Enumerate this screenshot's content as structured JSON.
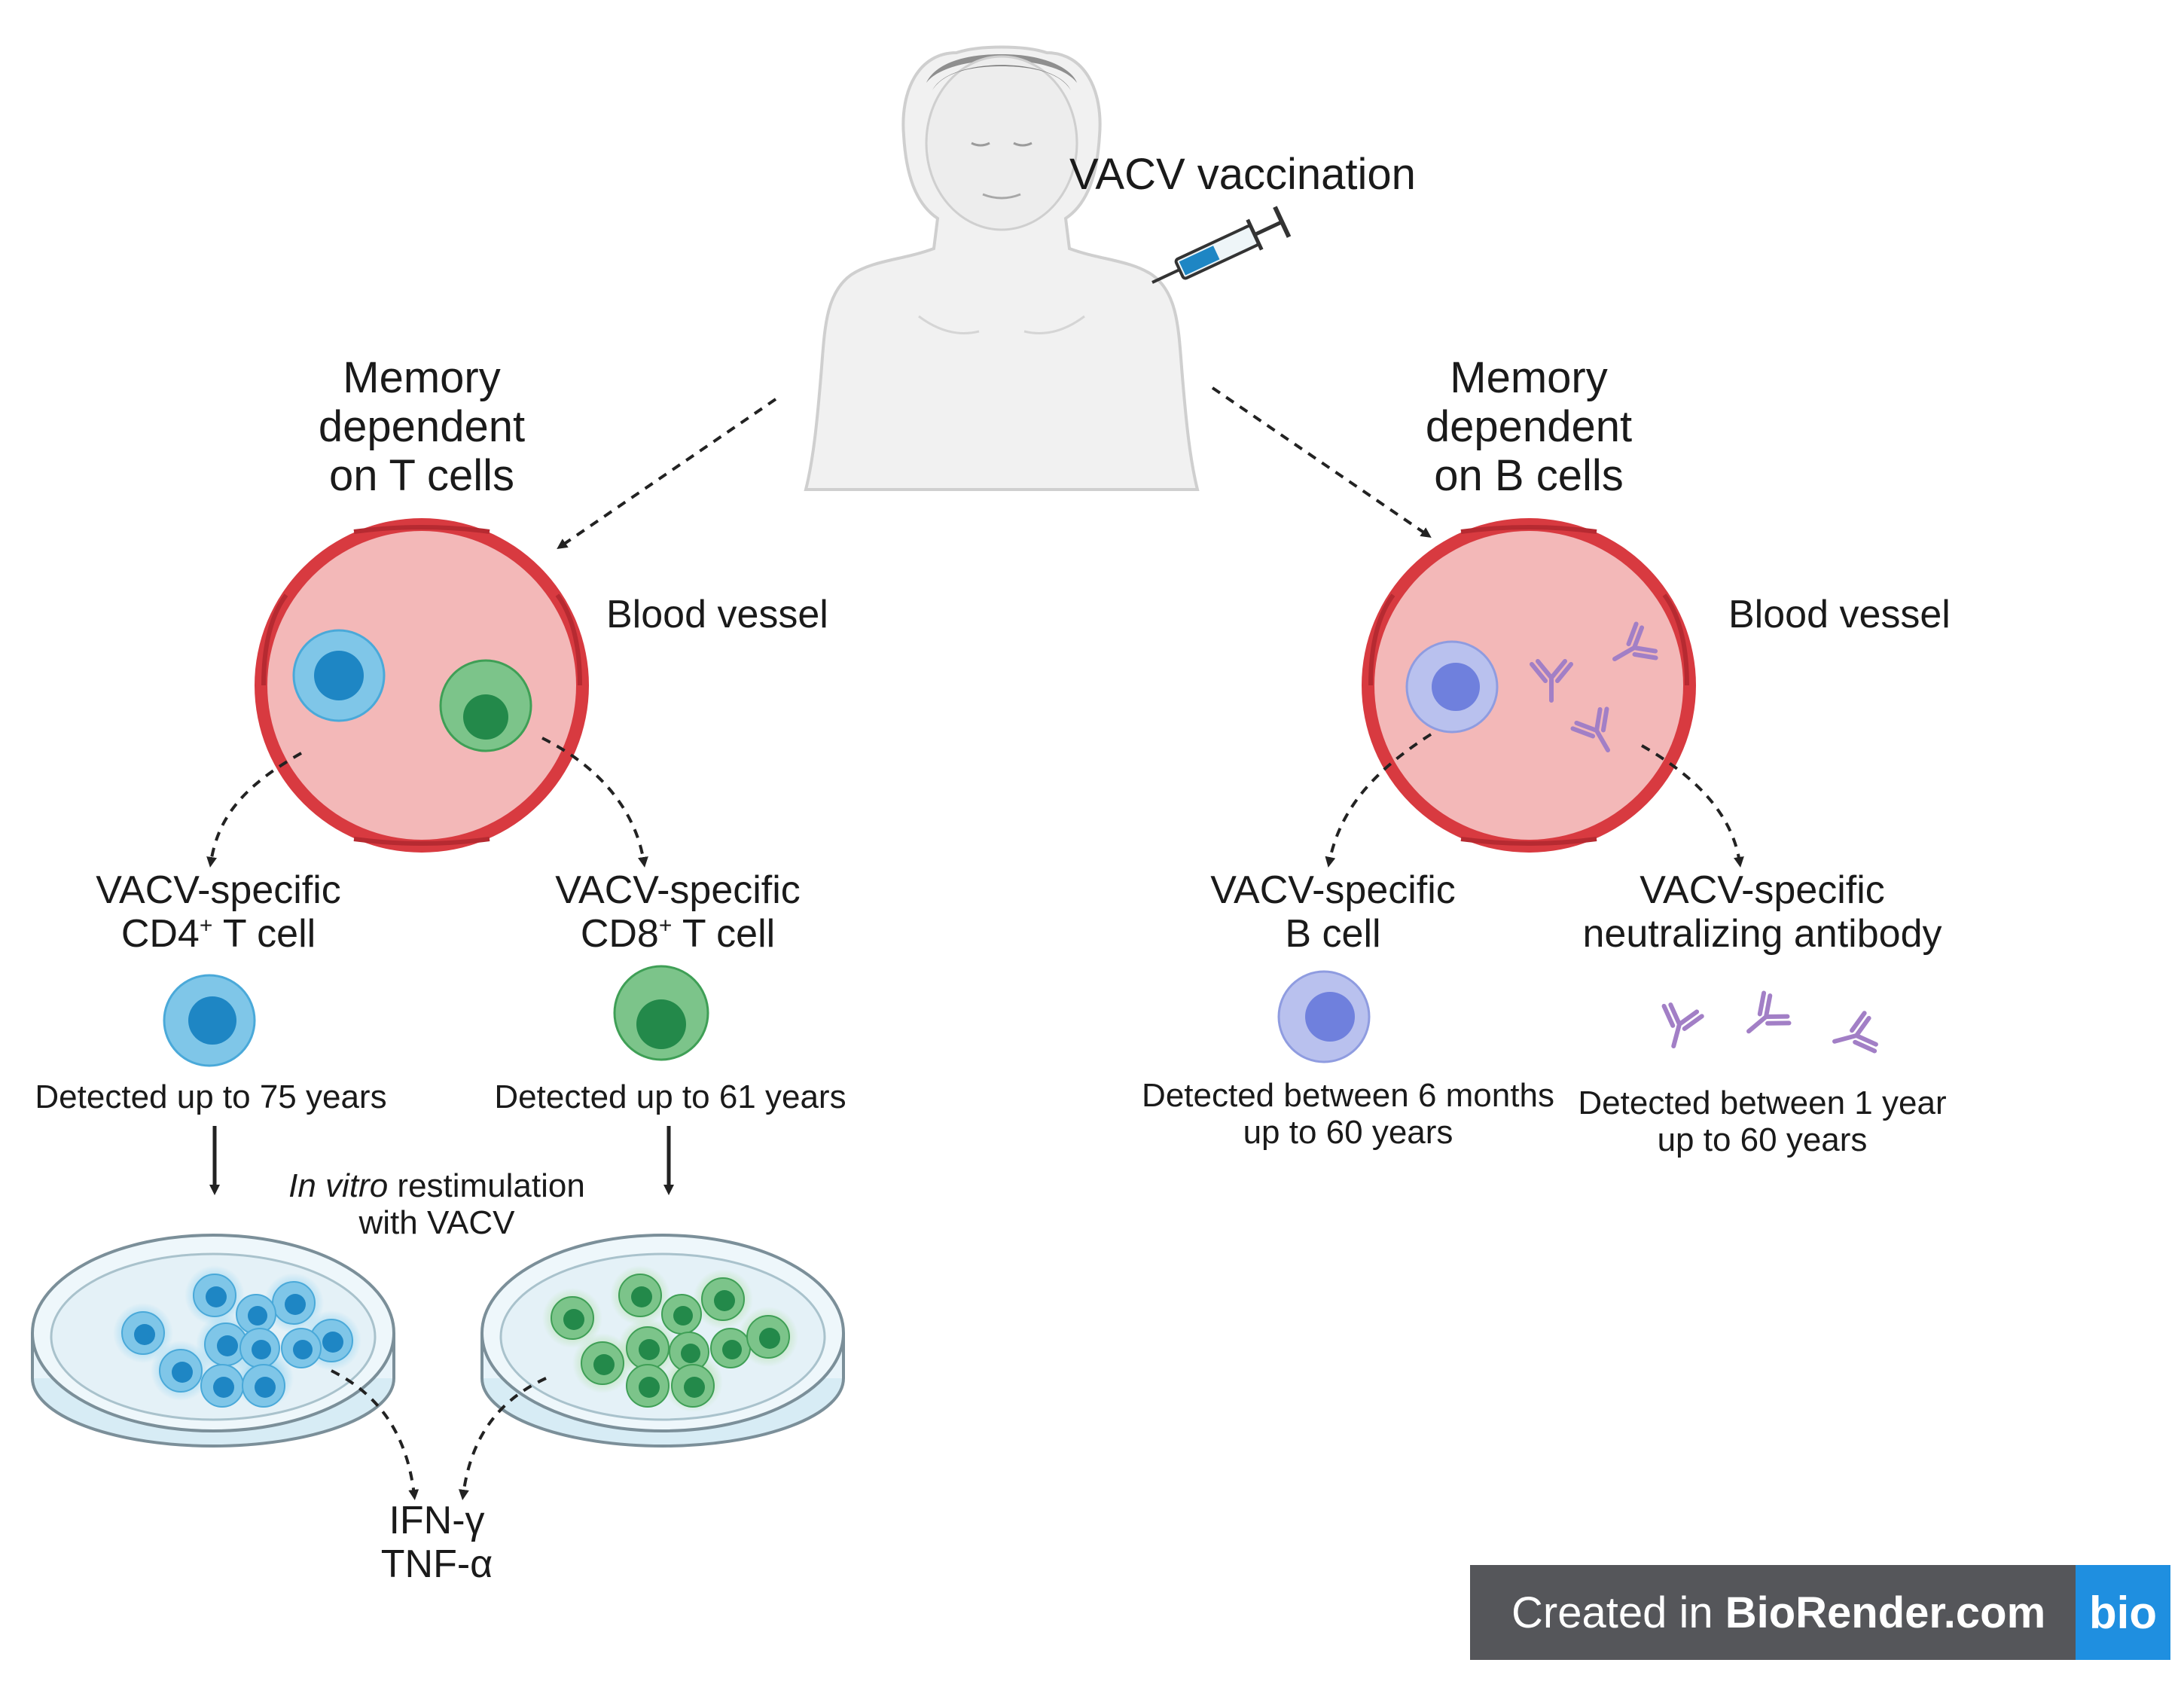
{
  "vaccination": {
    "title": "VACV vaccination"
  },
  "left_branch": {
    "title_lines": [
      "Memory",
      "dependent",
      "on T cells"
    ],
    "vessel_label": "Blood vessel",
    "cd4": {
      "label_line1": "VACV-specific",
      "label_line2_pre": "CD4",
      "label_line2_sup": "+",
      "label_line2_post": " T cell",
      "detected": "Detected up to 75 years"
    },
    "cd8": {
      "label_line1": "VACV-specific",
      "label_line2_pre": "CD8",
      "label_line2_sup": "+",
      "label_line2_post": " T cell",
      "detected": "Detected up to 61 years"
    },
    "restimulation": {
      "italic": "In vitro",
      "rest_line1": " restimulation",
      "line2": "with VACV"
    },
    "cytokines": [
      "IFN-γ",
      "TNF-α"
    ]
  },
  "right_branch": {
    "title_lines": [
      "Memory",
      "dependent",
      "on B cells"
    ],
    "vessel_label": "Blood vessel",
    "bcell": {
      "label_line1": "VACV-specific",
      "label_line2": "B cell",
      "detected_line1": "Detected between 6 months",
      "detected_line2": "up to 60 years"
    },
    "antibody": {
      "label_line1": "VACV-specific",
      "label_line2": "neutralizing antibody",
      "detected_line1": "Detected between 1 year",
      "detected_line2": "up to 60 years"
    }
  },
  "badge": {
    "prefix": "Created in ",
    "brand": "BioRender.com",
    "logo": "bio"
  },
  "colors": {
    "vessel_wall": "#d83a40",
    "vessel_fill": "#f3b8b8",
    "cd4_cell": "#7fc6e8",
    "cd4_nucleus": "#1e86c4",
    "cd8_cell": "#7cc48a",
    "cd8_nucleus": "#23894a",
    "bcell": "#b9c1ee",
    "bcell_nucleus": "#6f80dd",
    "antibody": "#a27fc6",
    "badge_bg": "#55565a",
    "logo_bg": "#1f8fe0"
  }
}
